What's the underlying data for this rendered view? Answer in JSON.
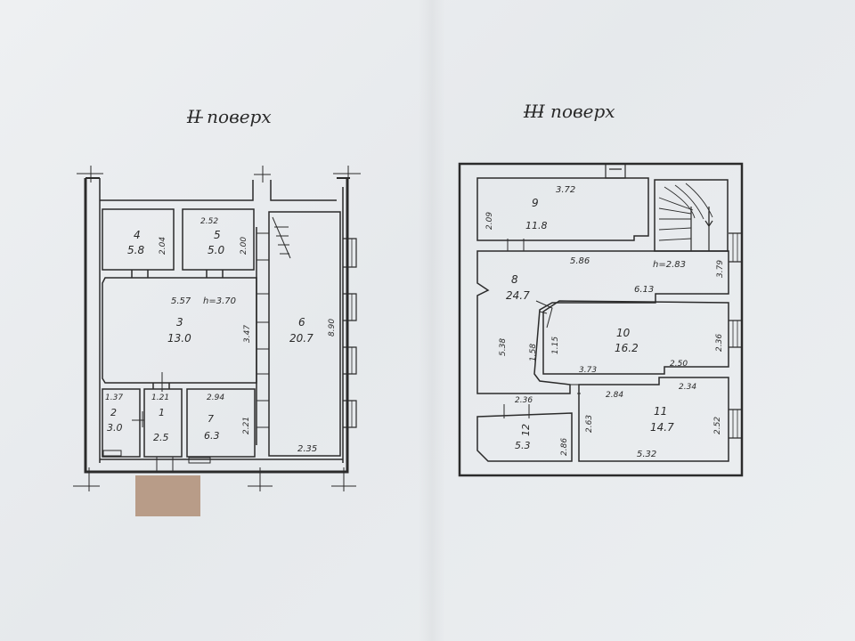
{
  "floors": [
    {
      "title": "II поверх",
      "rooms": [
        {
          "number": "4",
          "area": "5.8"
        },
        {
          "number": "5",
          "area": "5.0"
        },
        {
          "number": "3",
          "area": "13.0"
        },
        {
          "number": "6",
          "area": "20.7"
        },
        {
          "number": "2",
          "area": "3.0"
        },
        {
          "number": "1",
          "area": "2.5"
        },
        {
          "number": "7",
          "area": "6.3"
        }
      ],
      "dimensions": [
        "2.04",
        "2.52",
        "2.00",
        "5.57",
        "h=3.70",
        "3.47",
        "8.90",
        "1.37",
        "1.21",
        "2.94",
        "2.21",
        "2.35"
      ]
    },
    {
      "title": "III поверх",
      "rooms": [
        {
          "number": "9",
          "area": "11.8"
        },
        {
          "number": "8",
          "area": "24.7"
        },
        {
          "number": "10",
          "area": "16.2"
        },
        {
          "number": "11",
          "area": "14.7"
        },
        {
          "number": "12",
          "area": "5.3"
        }
      ],
      "dimensions": [
        "3.72",
        "2.09",
        "5.86",
        "h=2.83",
        "3.79",
        "6.13",
        "5.38",
        "1.58",
        "1.15",
        "3.73",
        "2.50",
        "2.36",
        "2.36",
        "2.84",
        "2.34",
        "2.63",
        "2.52",
        "2.86",
        "5.32"
      ]
    }
  ]
}
